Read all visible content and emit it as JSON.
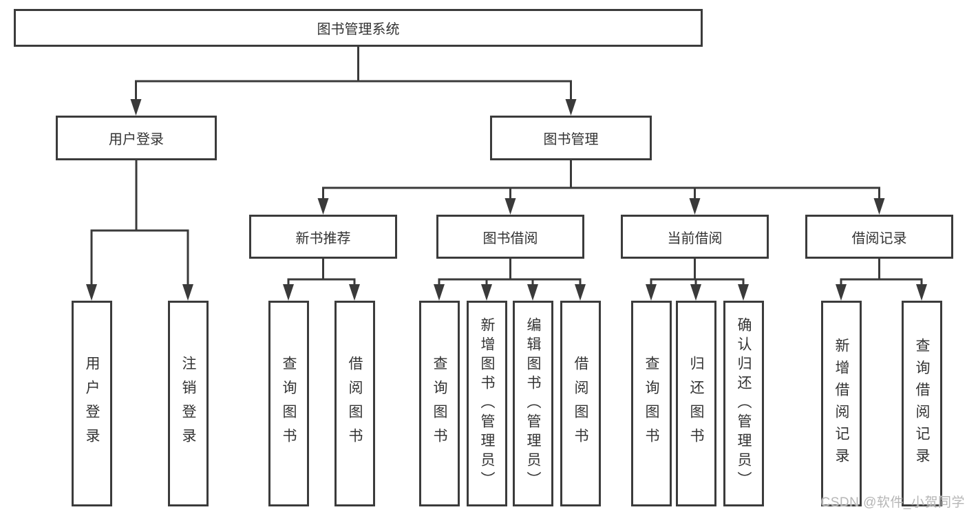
{
  "root_label": "图书管理系统",
  "level2": {
    "user": "用户登录",
    "books": "图书管理"
  },
  "level3": {
    "recommend": "新书推荐",
    "borrow": "图书借阅",
    "current": "当前借阅",
    "records": "借阅记录"
  },
  "leaves": {
    "user": [
      "用户登录",
      "注销登录"
    ],
    "recommend": [
      "查询图书",
      "借阅图书"
    ],
    "borrow": [
      "查询图书",
      "新增图书（管理员）",
      "编辑图书（管理员）",
      "借阅图书"
    ],
    "current": [
      "查询图书",
      "归还图书",
      "确认归还（管理员）"
    ],
    "records": [
      "新增借阅记录",
      "查询借阅记录"
    ]
  },
  "watermark": "CSDN @软件_小贺同学",
  "colors": {
    "line": "#3a3a3a",
    "box_border": "#3b3b3b",
    "text": "#333333",
    "watermark": "#b6b6b6"
  }
}
